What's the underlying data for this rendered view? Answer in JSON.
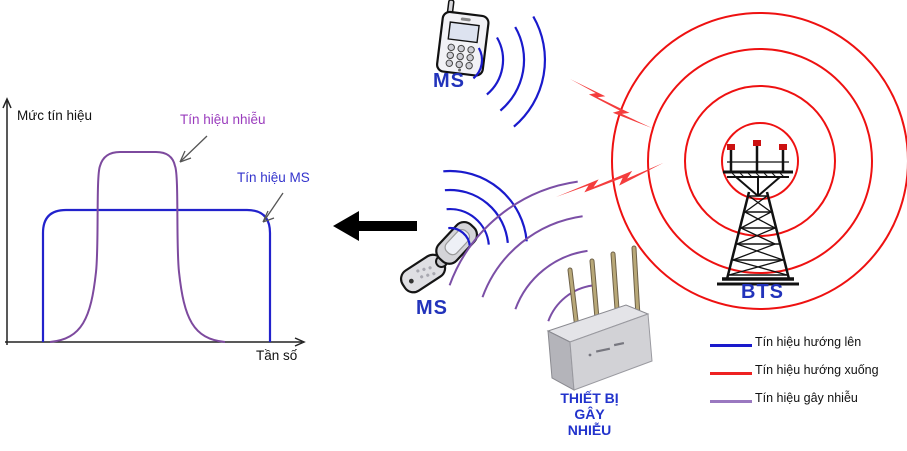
{
  "chart": {
    "y_axis_label": "Mức tín hiệu",
    "x_axis_label": "Tần số",
    "curve_labels": {
      "jammer": "Tín hiệu nhiễu",
      "ms": "Tín hiệu MS"
    }
  },
  "chart_data": {
    "type": "line",
    "title": "",
    "xlabel": "Tần số",
    "ylabel": "Mức tín hiệu",
    "grid": false,
    "axes_arrows": true,
    "series": [
      {
        "name": "Tín hiệu MS",
        "color": "#2222cc",
        "shape": "wide flat-top band",
        "x_band_rel": [
          0.13,
          0.88
        ],
        "level_rel": 0.62
      },
      {
        "name": "Tín hiệu nhiễu",
        "color": "#7d4a9e",
        "shape": "narrow flat-top band with flared skirts",
        "x_band_rel": [
          0.31,
          0.58
        ],
        "level_rel": 0.9
      }
    ]
  },
  "labels": {
    "ms_top": "MS",
    "ms_middle": "MS",
    "bts": "BTS",
    "jammer_lines": [
      "THIẾT BỊ",
      "GÂY",
      "NHIỄU"
    ]
  },
  "legend": {
    "items": [
      {
        "label": "Tín hiệu hướng lên",
        "color": "#1a1acc"
      },
      {
        "label": "Tín hiệu hướng xuống",
        "color": "#ee2222"
      },
      {
        "label": "Tín hiệu gây nhiễu",
        "color": "#9a78c0"
      }
    ]
  },
  "colors": {
    "uplink_blue": "#1a1acc",
    "downlink_red": "#ee1111",
    "jam_purple": "#7b4fa6",
    "device_label_blue": "#2233bb",
    "bolt_red": "#f43d3d",
    "text_black": "#111111"
  }
}
